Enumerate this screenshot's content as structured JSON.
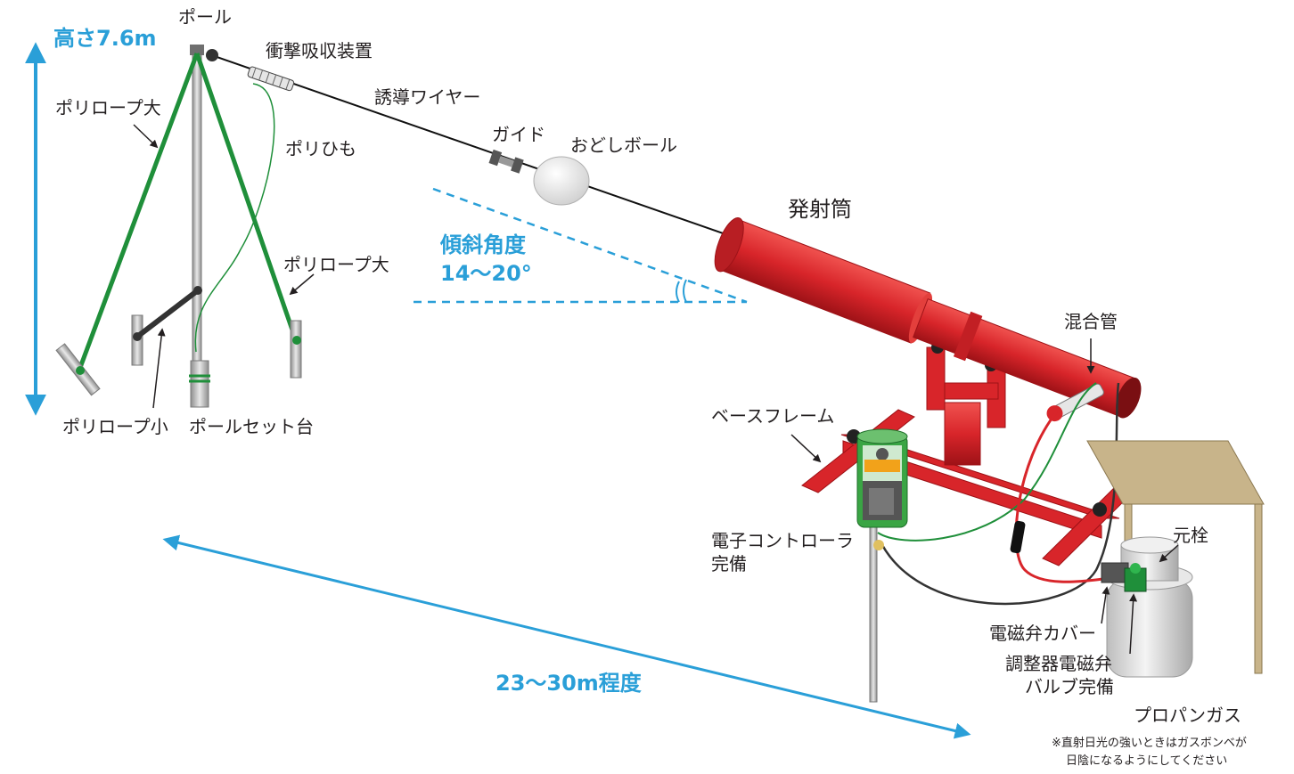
{
  "labels": {
    "height": "高さ7.6m",
    "pole": "ポール",
    "shock_absorber": "衝撃吸収装置",
    "guide_wire": "誘導ワイヤー",
    "guide": "ガイド",
    "scare_ball": "おどしボール",
    "poly_rope_large_left": "ポリロープ大",
    "poly_string": "ポリひも",
    "poly_rope_large_right": "ポリロープ大",
    "poly_rope_small": "ポリロープ小",
    "pole_stand": "ポールセット台",
    "tilt_angle": "傾斜角度",
    "tilt_angle_value": "14〜20°",
    "launcher_tube": "発射筒",
    "mixing_tube": "混合管",
    "base_frame": "ベースフレーム",
    "controller_line1": "電子コントローラ",
    "controller_line2": "完備",
    "main_valve": "元栓",
    "solenoid_cover": "電磁弁カバー",
    "regulator_line1": "調整器電磁弁",
    "regulator_line2": "バルブ完備",
    "distance": "23〜30m程度",
    "propane": "プロパンガス",
    "note_line1": "※直射日光の強いときはガスボンベが",
    "note_line2": "日陰になるようにしてください"
  },
  "colors": {
    "accent_blue": "#2a9fd8",
    "launcher_red": "#d8252a",
    "rope_green": "#1f8f3a",
    "controller_green": "#3aa544",
    "pole_gray": "#b8b8b8",
    "shade_tan": "#c8b48a"
  }
}
